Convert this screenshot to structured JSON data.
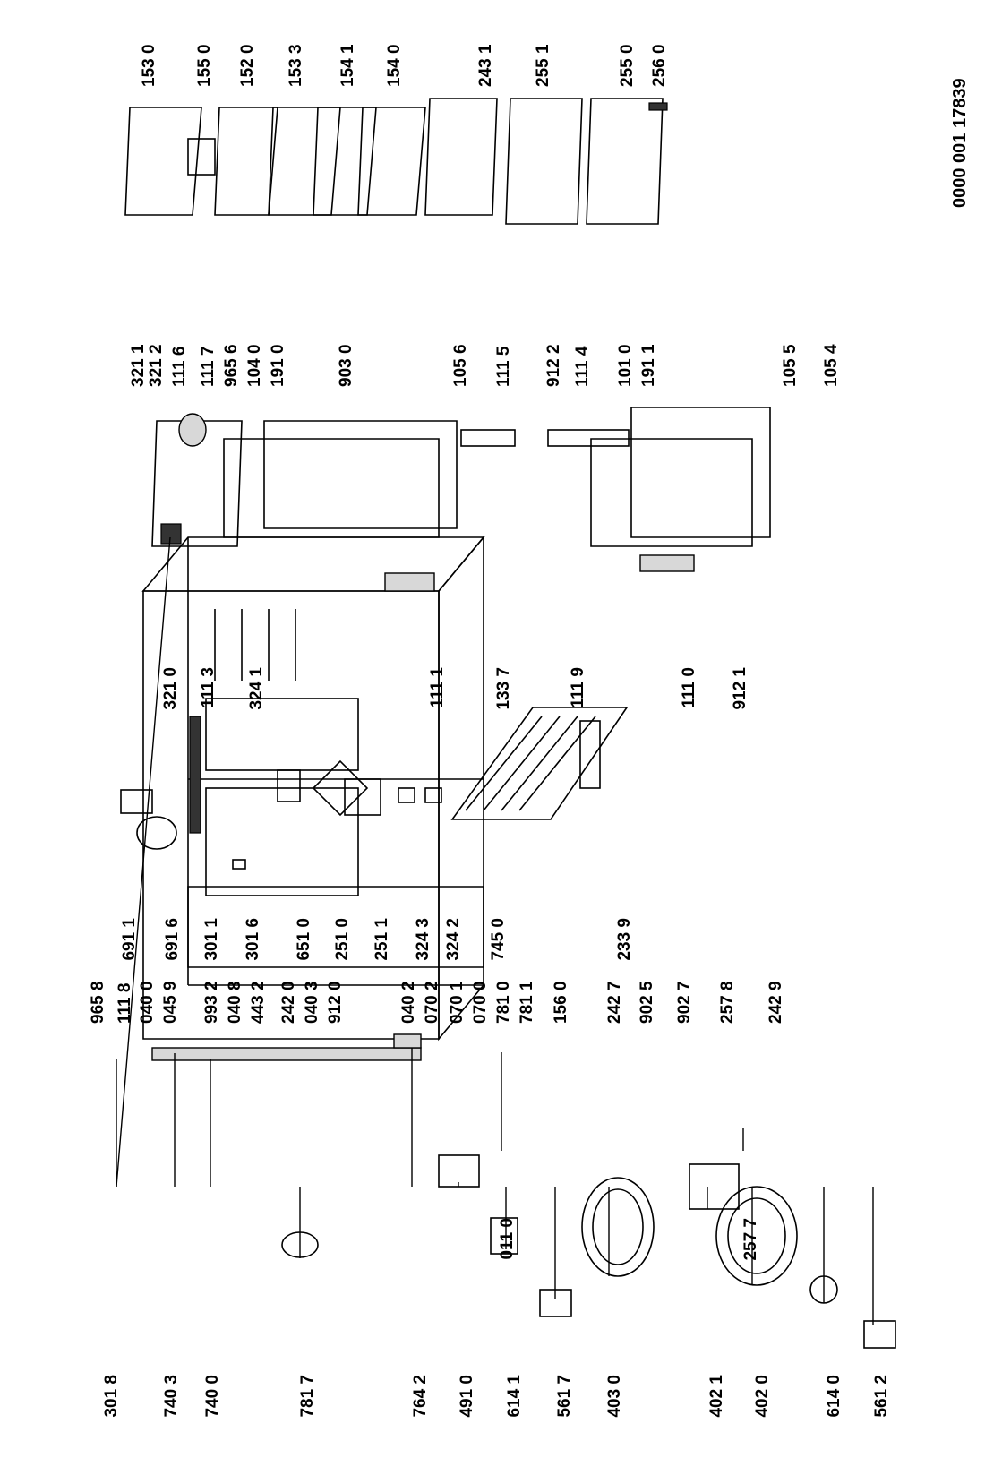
{
  "diagram": {
    "reference_number": "0000 001 17839",
    "labels": [
      "301 8",
      "740 3",
      "740 0",
      "781 7",
      "764 2",
      "491 0",
      "614 1",
      "561 7",
      "403 0",
      "402 1",
      "402 0",
      "614 0",
      "561 2",
      "011 0",
      "257 7",
      "965 8",
      "111 8",
      "040 0",
      "045 9",
      "993 2",
      "040 8",
      "443 2",
      "242 0",
      "040 3",
      "912 0",
      "040 2",
      "070 2",
      "070 1",
      "070 0",
      "781 0",
      "781 1",
      "156 0",
      "242 7",
      "902 5",
      "902 7",
      "257 8",
      "242 9",
      "691 1",
      "691 6",
      "301 1",
      "301 6",
      "651 0",
      "251 0",
      "251 1",
      "324 3",
      "324 2",
      "745 0",
      "233 9",
      "321 0",
      "111 3",
      "324 1",
      "111 1",
      "133 7",
      "111 9",
      "111 0",
      "912 1",
      "321 1",
      "321 2",
      "111 6",
      "111 7",
      "965 6",
      "104 0",
      "191 0",
      "903 0",
      "105 6",
      "111 5",
      "912 2",
      "111 4",
      "101 0",
      "191 1",
      "105 5",
      "105 4",
      "153 0",
      "155 0",
      "152 0",
      "153 3",
      "154 1",
      "154 0",
      "243 1",
      "255 1",
      "255 0",
      "256 0"
    ]
  }
}
